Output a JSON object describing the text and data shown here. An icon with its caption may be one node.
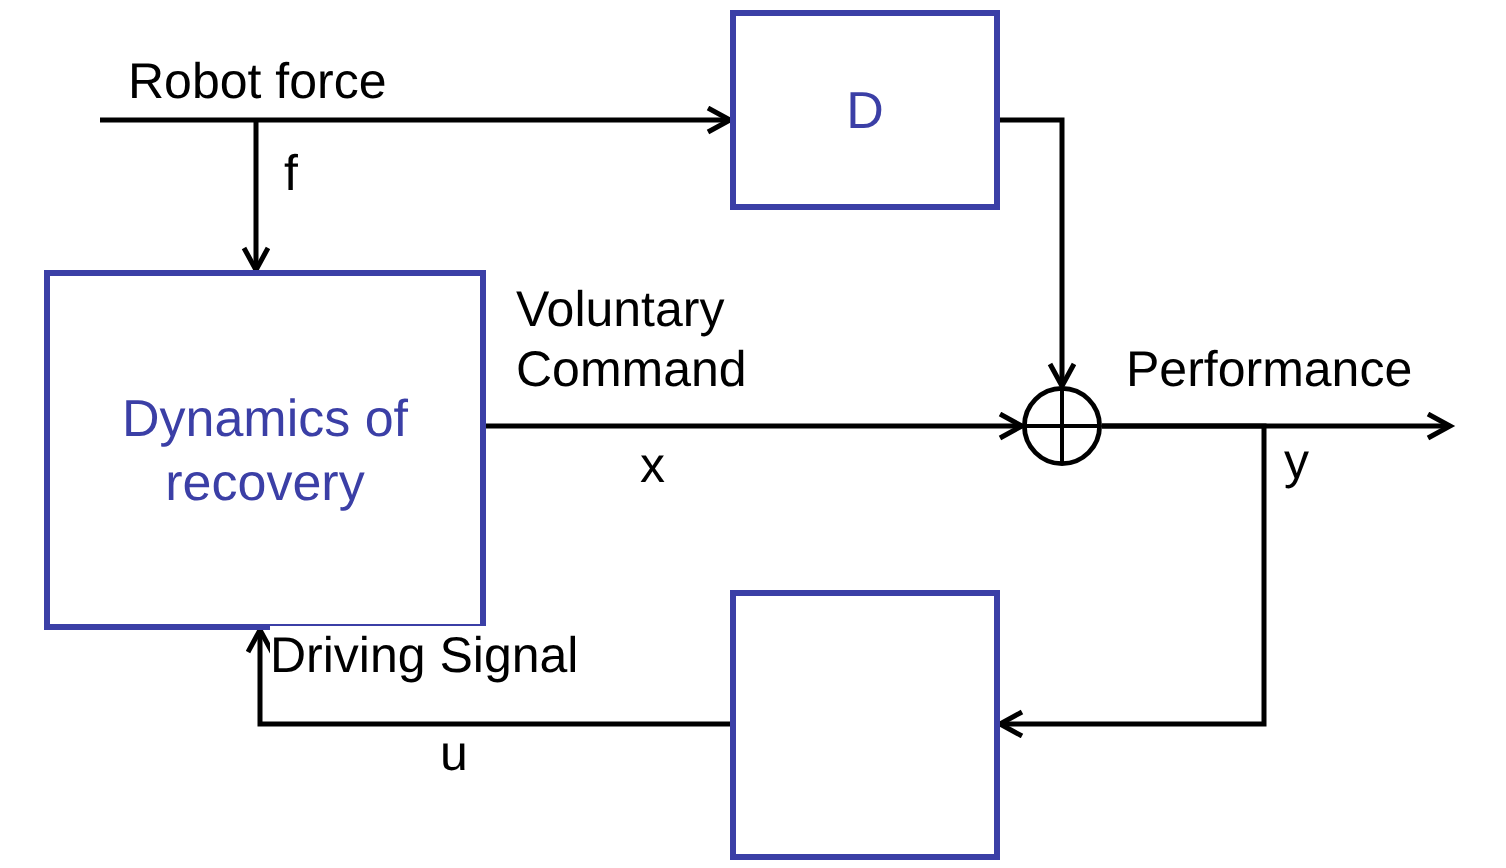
{
  "diagram": {
    "nodes": [
      {
        "text": [
          "D"
        ]
      },
      {
        "text": [
          "Dynamics of recovery"
        ]
      },
      {
        "text": [],
        "shape": "circle"
      },
      {
        "text": [],
        "shape": "box"
      }
    ],
    "edges": [
      {
        "from": null,
        "to": 0,
        "arrow": "to",
        "label": "Robot force"
      },
      {
        "from": null,
        "to": 1,
        "arrow": "to",
        "label": "f"
      },
      {
        "from": 1,
        "to": 2,
        "arrow": "to",
        "label": "Voluntary Command"
      },
      {
        "from": 0,
        "to": 2,
        "arrow": "to"
      },
      {
        "from": 2,
        "to": null,
        "arrow": "to",
        "label": "Performance"
      },
      {
        "from": 2,
        "to": 3,
        "arrow": "to"
      },
      {
        "from": 3,
        "to": 1,
        "arrow": "to",
        "label": "Driving Signal"
      }
    ],
    "labels": [
      "x",
      "y",
      "u"
    ]
  }
}
